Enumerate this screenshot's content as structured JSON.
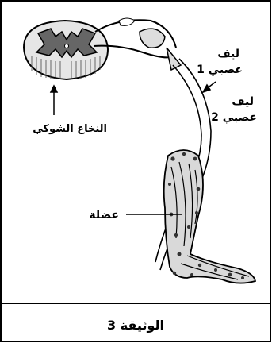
{
  "labels": {
    "fiber1_line1": "ليف",
    "fiber1_line2": "عصبي 1",
    "fiber2_line1": "ليف",
    "fiber2_line2": "عصبي 2",
    "spinal_cord": "النخاع الشوكي",
    "muscle": "عضلة"
  },
  "caption": "الوثيقة 3"
}
